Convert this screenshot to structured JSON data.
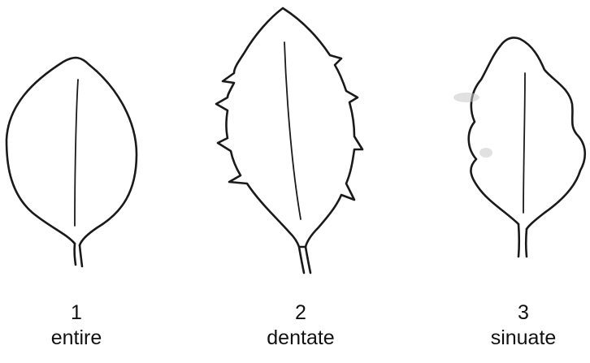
{
  "leaves": [
    {
      "number": "1",
      "name": "entire",
      "icon": "entire-leaf-icon"
    },
    {
      "number": "2",
      "name": "dentate",
      "icon": "dentate-leaf-icon"
    },
    {
      "number": "3",
      "name": "sinuate",
      "icon": "sinuate-leaf-icon"
    }
  ],
  "colors": {
    "stroke": "#1a1a1a",
    "background": "#ffffff",
    "text": "#111111"
  }
}
